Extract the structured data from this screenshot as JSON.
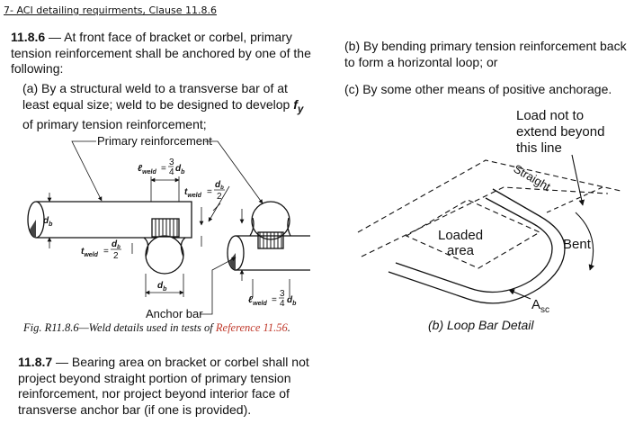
{
  "heading": "7- ACI detailing requirments, Clause 11.8.6",
  "clause_1186": {
    "number": "11.8.6",
    "text": " — At front face of bracket or corbel, primary tension reinforcement shall be anchored by one of the following:"
  },
  "options": {
    "a": "(a) By a structural weld to a transverse bar of at least equal size; weld to be designed to develop",
    "a_symbol": "f",
    "a_sub": "y",
    "a_tail": " of primary tension reinforcement;",
    "b": "(b) By bending primary tension reinforcement back to form a horizontal loop; or",
    "c": "(c) By some other means of positive anchorage."
  },
  "weld_figure": {
    "primary_reinforcement": "Primary reinforcement",
    "anchor_bar": "Anchor bar",
    "db": "d",
    "db_sub": "b",
    "lweld": "ℓ",
    "lweld_sub": "weld",
    "tweld": "t",
    "tweld_sub": "weld",
    "eq": "=",
    "frac_3": "3",
    "frac_4": "4",
    "frac_db": "d",
    "frac_2": "2",
    "caption_prefix": "Fig. R11.8.6—Weld details used in tests of ",
    "caption_ref": "Reference 11.56",
    "caption_suffix": "."
  },
  "loop_figure": {
    "load_line1": "Load not to",
    "load_line2": "extend beyond",
    "load_line3": "this line",
    "straight": "Straight",
    "loaded1": "Loaded",
    "loaded2": "area",
    "bent": "Bent",
    "asc": "A",
    "asc_sub": "sc",
    "caption": "(b) Loop Bar Detail"
  },
  "clause_1187": {
    "number": "11.8.7",
    "text": " — Bearing area on bracket or corbel shall not project beyond straight portion of primary tension reinforcement, nor project beyond interior face of transverse anchor bar (if one is provided)."
  }
}
